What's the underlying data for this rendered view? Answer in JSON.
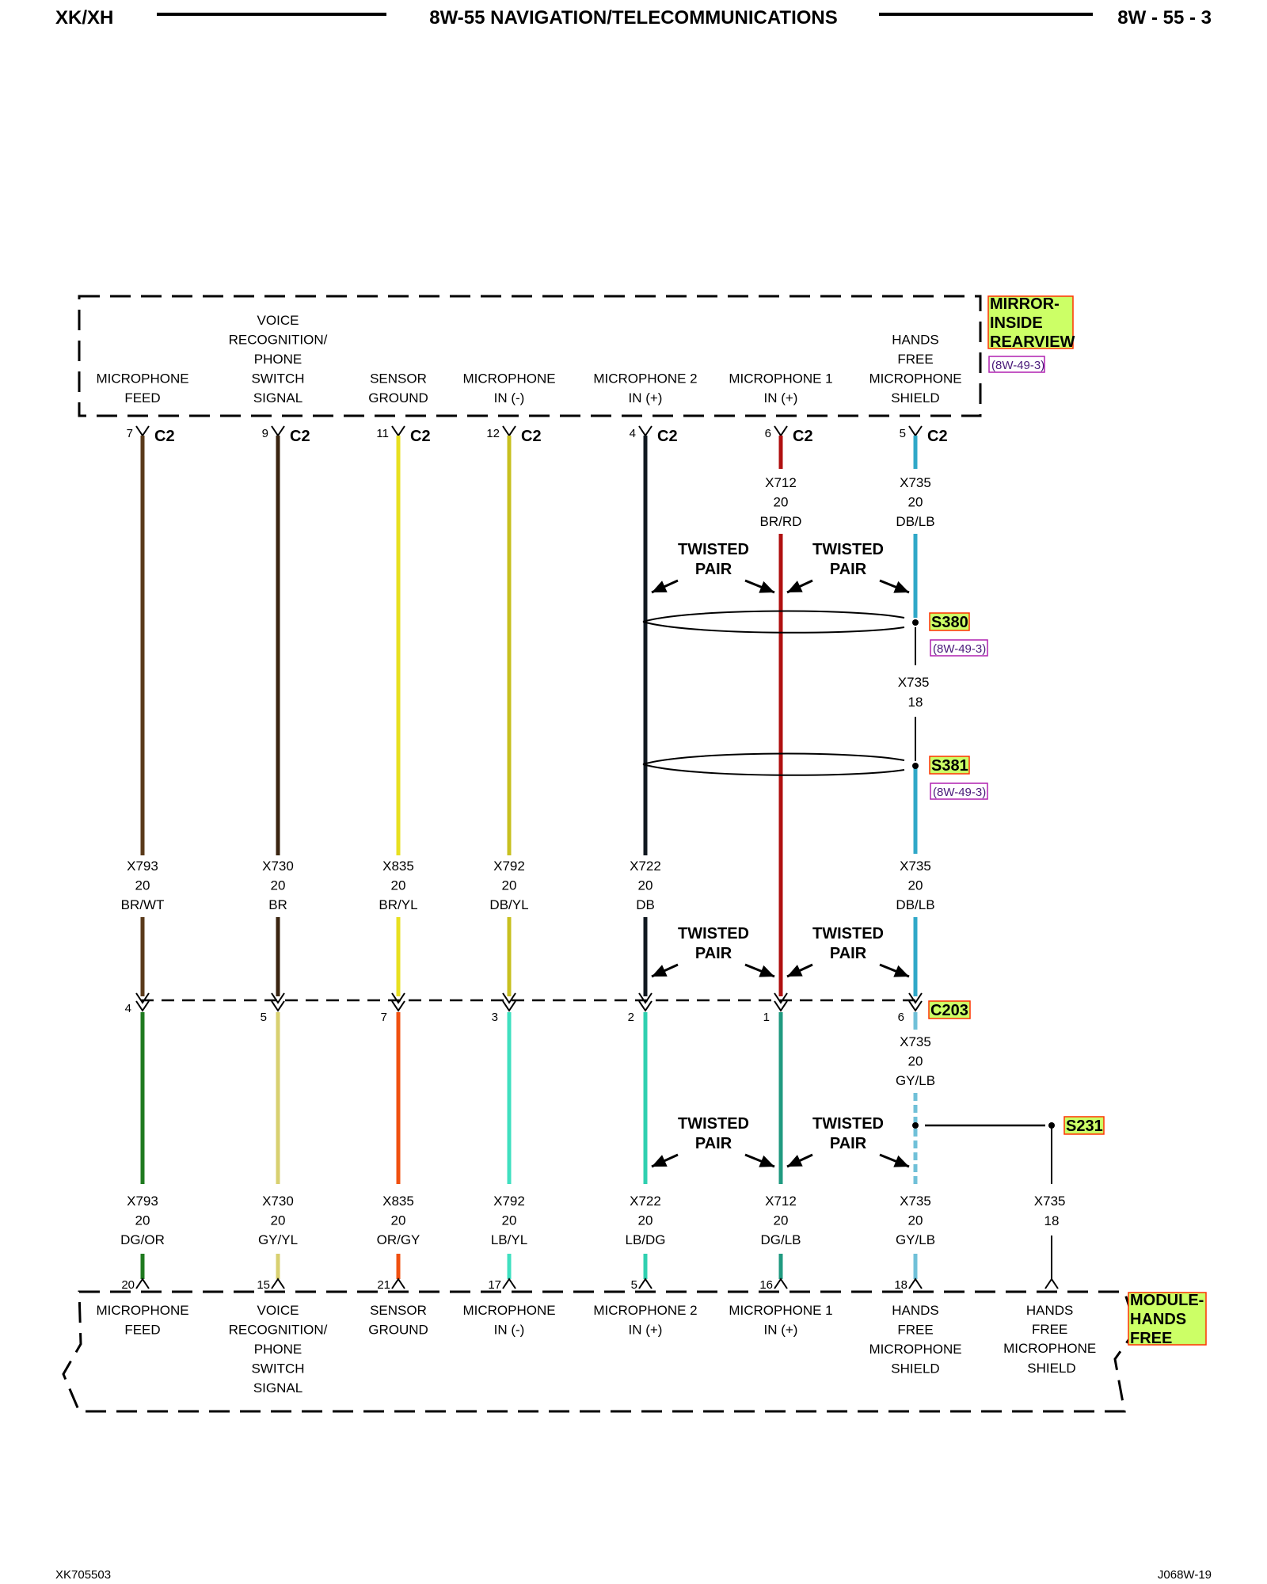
{
  "header": {
    "left": "XK/XH",
    "center": "8W-55 NAVIGATION/TELECOMMUNICATIONS",
    "right": "8W - 55 - 3"
  },
  "footer": {
    "left": "XK705503",
    "right": "J068W-19"
  },
  "mirror": {
    "name": [
      "MIRROR-",
      "INSIDE",
      "REARVIEW"
    ],
    "ref": "(8W-49-3)",
    "connector": "C2"
  },
  "module": {
    "name": [
      "MODULE-",
      "HANDS",
      "FREE"
    ]
  },
  "c203": "C203",
  "twisted_pair": [
    "TWISTED",
    "PAIR"
  ],
  "splices": [
    {
      "name": "S380",
      "ref": "(8W-49-3)"
    },
    {
      "name": "S381",
      "ref": "(8W-49-3)"
    },
    {
      "name": "S231",
      "ref": ""
    }
  ],
  "x735_18_top": [
    "X735",
    "18"
  ],
  "s231_wire": [
    "X735",
    "18"
  ],
  "s231_label": [
    "HANDS",
    "FREE",
    "MICROPHONE",
    "SHIELD"
  ],
  "circuits": [
    {
      "top_label": [
        "MICROPHONE",
        "FEED"
      ],
      "c2_pin": "7",
      "upper_wire": [
        "X793",
        "20",
        "BR/WT"
      ],
      "c203_pin": "4",
      "lower_wire": [
        "X793",
        "20",
        "DG/OR"
      ],
      "module_pin": "20",
      "bottom_label": [
        "MICROPHONE",
        "FEED"
      ],
      "upper_color": "#5a3a1a",
      "lower_color": "#1f7a1f"
    },
    {
      "top_label": [
        "VOICE",
        "RECOGNITION/",
        "PHONE",
        "SWITCH",
        "SIGNAL"
      ],
      "c2_pin": "9",
      "upper_wire": [
        "X730",
        "20",
        "BR"
      ],
      "c203_pin": "5",
      "lower_wire": [
        "X730",
        "20",
        "GY/YL"
      ],
      "module_pin": "15",
      "bottom_label": [
        "VOICE",
        "RECOGNITION/",
        "PHONE",
        "SWITCH",
        "SIGNAL"
      ],
      "upper_color": "#3a2410",
      "lower_color": "#d8d070"
    },
    {
      "top_label": [
        "SENSOR",
        "GROUND"
      ],
      "c2_pin": "11",
      "upper_wire": [
        "X835",
        "20",
        "BR/YL"
      ],
      "c203_pin": "7",
      "lower_wire": [
        "X835",
        "20",
        "OR/GY"
      ],
      "module_pin": "21",
      "bottom_label": [
        "SENSOR",
        "GROUND"
      ],
      "upper_color": "#e8e020",
      "lower_color": "#f05010"
    },
    {
      "top_label": [
        "MICROPHONE",
        "IN (-)"
      ],
      "c2_pin": "12",
      "upper_wire": [
        "X792",
        "20",
        "DB/YL"
      ],
      "c203_pin": "3",
      "lower_wire": [
        "X792",
        "20",
        "LB/YL"
      ],
      "module_pin": "17",
      "bottom_label": [
        "MICROPHONE",
        "IN (-)"
      ],
      "upper_color": "#c8c020",
      "lower_color": "#40e0c0"
    },
    {
      "top_label": [
        "MICROPHONE 2",
        "IN (+)"
      ],
      "c2_pin": "4",
      "upper_wire": [
        "X722",
        "20",
        "DB"
      ],
      "c203_pin": "2",
      "lower_wire": [
        "X722",
        "20",
        "LB/DG"
      ],
      "module_pin": "5",
      "bottom_label": [
        "MICROPHONE 2",
        "IN (+)"
      ],
      "upper_color": "#101820",
      "lower_color": "#30d0b0"
    },
    {
      "top_label": [
        "MICROPHONE 1",
        "IN (+)"
      ],
      "c2_pin": "6",
      "upper_wire": [
        "X712",
        "20",
        "BR/RD"
      ],
      "c203_pin": "1",
      "lower_wire": [
        "X712",
        "20",
        "DG/LB"
      ],
      "module_pin": "16",
      "bottom_label": [
        "MICROPHONE 1",
        "IN (+)"
      ],
      "upper_color": "#b01010",
      "lower_color": "#209a80"
    },
    {
      "top_label": [
        "HANDS",
        "FREE",
        "MICROPHONE",
        "SHIELD"
      ],
      "c2_pin": "5",
      "upper_wire": [
        "X735",
        "20",
        "DB/LB"
      ],
      "c203_pin": "6",
      "lower_wire": [
        "X735",
        "20",
        "GY/LB"
      ],
      "module_pin": "18",
      "bottom_label": [
        "HANDS",
        "FREE",
        "MICROPHONE",
        "SHIELD"
      ],
      "upper_color": "#30a8c8",
      "lower_color": "#70c0d8"
    }
  ],
  "colors": {
    "highlight": "#ccff66",
    "highlight_border": "#ff3300",
    "ref_border": "#b020b0"
  }
}
